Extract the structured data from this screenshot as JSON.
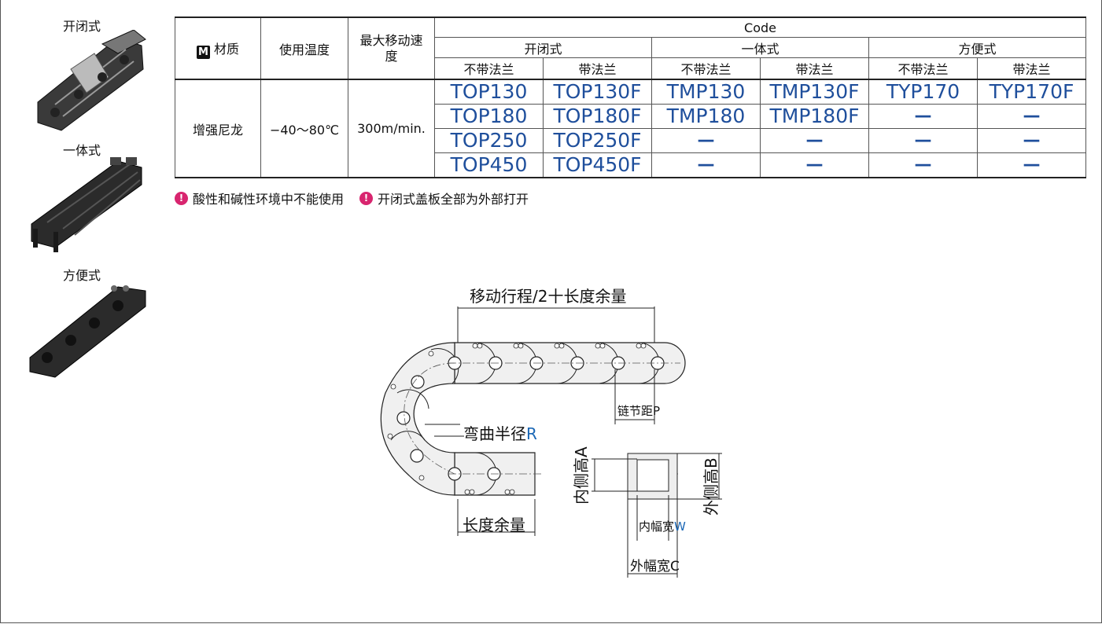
{
  "product_types": [
    {
      "label": "开闭式"
    },
    {
      "label": "一体式"
    },
    {
      "label": "方便式"
    }
  ],
  "table": {
    "material_header_badge": "M",
    "material_header": "材质",
    "temp_header": "使用温度",
    "speed_header": "最大移动速度",
    "code_header": "Code",
    "groups": [
      "开闭式",
      "一体式",
      "方便式"
    ],
    "subheaders": [
      "不带法兰",
      "带法兰",
      "不带法兰",
      "带法兰",
      "不带法兰",
      "带法兰"
    ],
    "material": "增强尼龙",
    "temperature": "−40～80℃",
    "speed": "300m/min.",
    "rows": [
      [
        "TOP130",
        "TOP130F",
        "TMP130",
        "TMP130F",
        "TYP170",
        "TYP170F"
      ],
      [
        "TOP180",
        "TOP180F",
        "TMP180",
        "TMP180F",
        "—",
        "—"
      ],
      [
        "TOP250",
        "TOP250F",
        "—",
        "—",
        "—",
        "—"
      ],
      [
        "TOP450",
        "TOP450F",
        "—",
        "—",
        "—",
        "—"
      ]
    ]
  },
  "notes": [
    {
      "icon": "warning-icon",
      "text": "酸性和碱性环境中不能使用"
    },
    {
      "icon": "warning-icon",
      "text": "开闭式盖板全部为外部打开"
    }
  ],
  "diagram": {
    "travel_label": "移动行程/2十长度余量",
    "pitch_label": "链节距P",
    "bend_label": "弯曲半径",
    "bend_symbol": "R",
    "slack_label": "长度余量",
    "inner_height_label": "内侧高A",
    "outer_height_label": "外侧高B",
    "inner_width_label": "内幅宽",
    "inner_width_symbol": "W",
    "outer_width_label": "外幅宽C"
  },
  "colors": {
    "code_text": "#1f4f9c",
    "accent_symbol": "#1b67b5",
    "warning": "#d8256f"
  }
}
